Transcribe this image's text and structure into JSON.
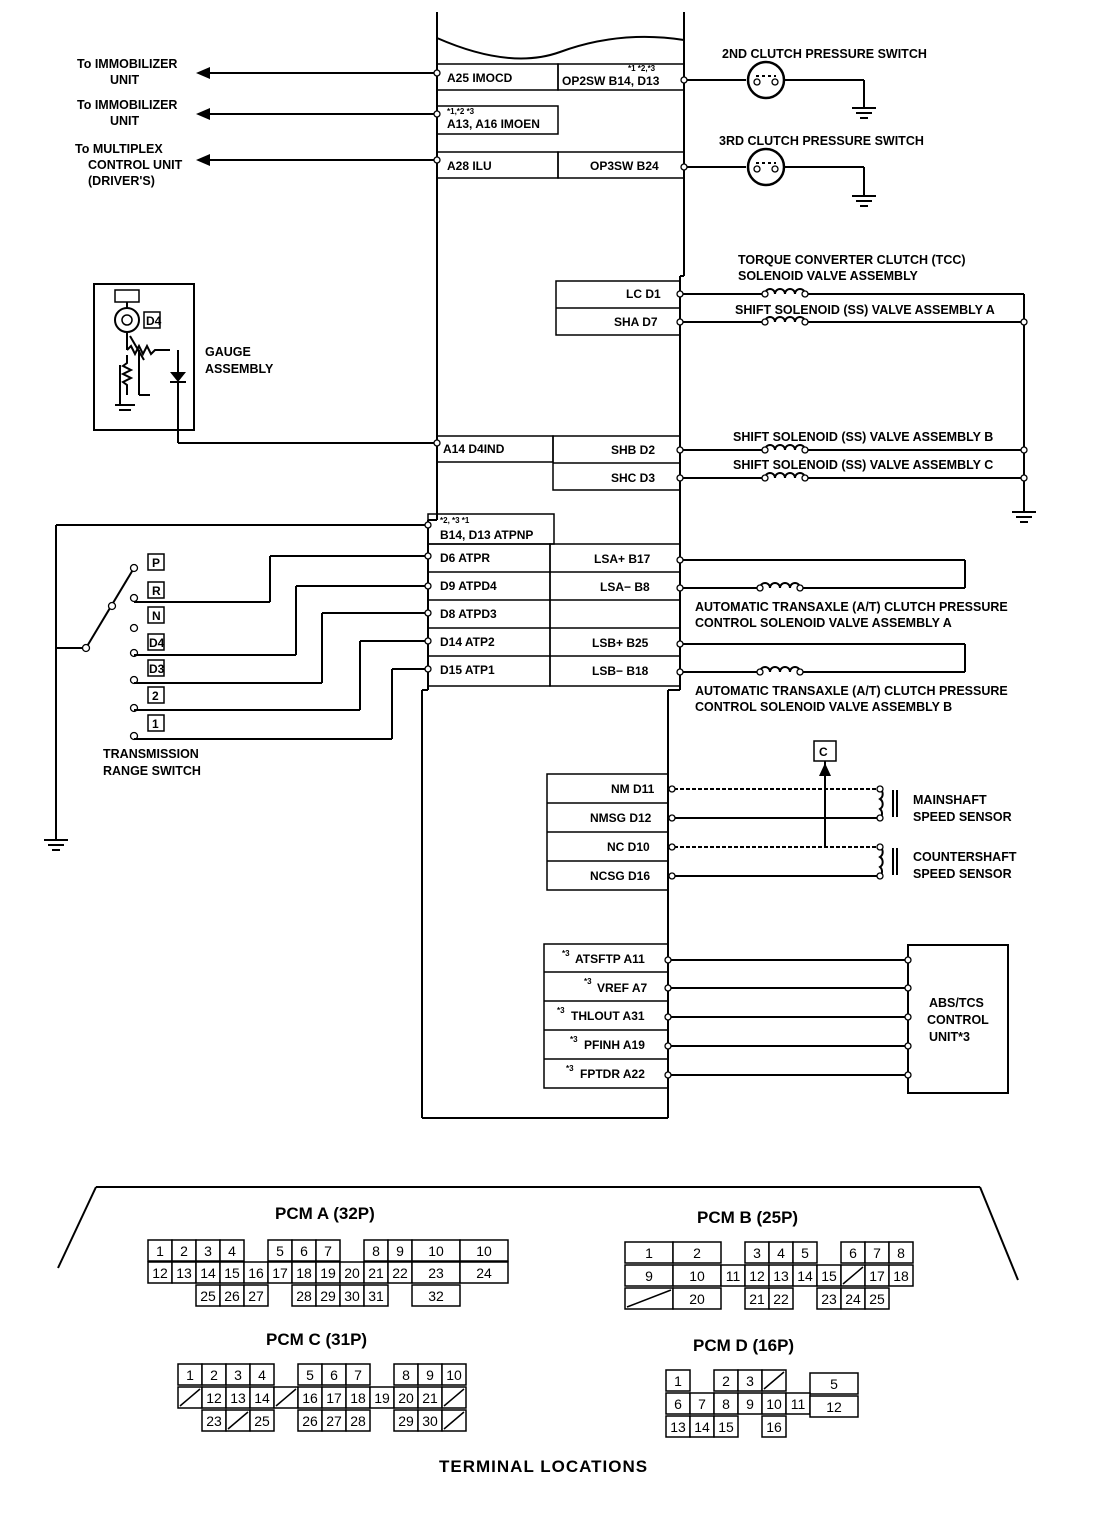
{
  "left_labels": {
    "immobilizer_1": [
      "To IMMOBILIZER",
      "UNIT"
    ],
    "immobilizer_2": [
      "To IMMOBILIZER",
      "UNIT"
    ],
    "multiplex": [
      "To MULTIPLEX",
      "CONTROL UNIT",
      "(DRIVER'S)"
    ],
    "gauge": [
      "GAUGE",
      "ASSEMBLY"
    ],
    "gauge_d4": "D4",
    "trs": [
      "TRANSMISSION",
      "RANGE SWITCH"
    ]
  },
  "pcm_pins_left": {
    "a25": "A25 IMOCD",
    "a13_sup": "*1,*2   *3",
    "a13": "A13, A16 IMOEN",
    "a28": "A28 ILU",
    "a14": "A14 D4IND",
    "atpnp_sup": "*2, *3      *1",
    "atpnp": "B14, D13 ATPNP",
    "d6": "D6 ATPR",
    "d9": "D9 ATPD4",
    "d8": "D8 ATPD3",
    "d14": "D14 ATP2",
    "d15": "D15 ATP1"
  },
  "pcm_pins_right": {
    "op2sw_sup": "*1  *2,*3",
    "op2sw": "OP2SW B14, D13",
    "op3sw": "OP3SW B24",
    "lc": "LC D1",
    "sha": "SHA D7",
    "shb": "SHB D2",
    "shc": "SHC D3",
    "lsa_p": "LSA+ B17",
    "lsa_m": "LSA− B8",
    "lsb_p": "LSB+ B25",
    "lsb_m": "LSB− B18",
    "nm": "NM D11",
    "nmsg": "NMSG D12",
    "nc": "NC D10",
    "ncsg": "NCSG D16",
    "atsftp": "ATSFTP A11",
    "vref": "VREF A7",
    "thlout": "THLOUT A31",
    "pfinh": "PFINH A19",
    "fptdr": "FPTDR A22",
    "star3": "*3"
  },
  "components": {
    "clutch2": "2ND CLUTCH PRESSURE SWITCH",
    "clutch3": "3RD CLUTCH PRESSURE SWITCH",
    "tcc": [
      "TORQUE CONVERTER CLUTCH (TCC)",
      "SOLENOID VALVE ASSEMBLY"
    ],
    "ssa": "SHIFT SOLENOID (SS) VALVE ASSEMBLY A",
    "ssb": "SHIFT SOLENOID (SS) VALVE ASSEMBLY B",
    "ssc": "SHIFT SOLENOID (SS) VALVE ASSEMBLY C",
    "lsa": [
      "AUTOMATIC TRANSAXLE (A/T) CLUTCH PRESSURE",
      "CONTROL SOLENOID VALVE ASSEMBLY A"
    ],
    "lsb": [
      "AUTOMATIC TRANSAXLE (A/T) CLUTCH PRESSURE",
      "CONTROL SOLENOID VALVE ASSEMBLY B"
    ],
    "connector_c": "C",
    "mainshaft": [
      "MAINSHAFT",
      "SPEED SENSOR"
    ],
    "countershaft": [
      "COUNTERSHAFT",
      "SPEED SENSOR"
    ],
    "abs": [
      "ABS/TCS",
      "CONTROL",
      "UNIT*3"
    ]
  },
  "range_positions": [
    "P",
    "R",
    "N",
    "D4",
    "D3",
    "2",
    "1"
  ],
  "connectors": {
    "pcm_a": {
      "title": "PCM  A (32P)",
      "row1": [
        "1",
        "2",
        "3",
        "4",
        "5",
        "6",
        "7",
        "8",
        "9",
        "10",
        "10"
      ],
      "row2": [
        "12",
        "13",
        "14",
        "15",
        "16",
        "17",
        "18",
        "19",
        "20",
        "21",
        "22",
        "23",
        "24"
      ],
      "row3": [
        "25",
        "26",
        "27",
        "28",
        "29",
        "30",
        "31",
        "32"
      ]
    },
    "pcm_b": {
      "title": "PCM  B (25P)",
      "row1": [
        "1",
        "2",
        "3",
        "4",
        "5",
        "6",
        "7",
        "8"
      ],
      "row2": [
        "9",
        "10",
        "11",
        "12",
        "13",
        "14",
        "15",
        "17",
        "18"
      ],
      "row3": [
        "20",
        "21",
        "22",
        "23",
        "24",
        "25"
      ]
    },
    "pcm_c": {
      "title": "PCM  C (31P)",
      "row1": [
        "1",
        "2",
        "3",
        "4",
        "5",
        "6",
        "7",
        "8",
        "9",
        "10"
      ],
      "row2": [
        "12",
        "13",
        "14",
        "16",
        "17",
        "18",
        "19",
        "20",
        "21"
      ],
      "row3": [
        "23",
        "25",
        "26",
        "27",
        "28",
        "29",
        "30"
      ]
    },
    "pcm_d": {
      "title": "PCM  D (16P)",
      "row1": [
        "1",
        "2",
        "3",
        "5"
      ],
      "row2": [
        "6",
        "7",
        "8",
        "9",
        "10",
        "11",
        "12"
      ],
      "row3": [
        "13",
        "14",
        "15",
        "16"
      ]
    }
  },
  "footer": "TERMINAL  LOCATIONS"
}
